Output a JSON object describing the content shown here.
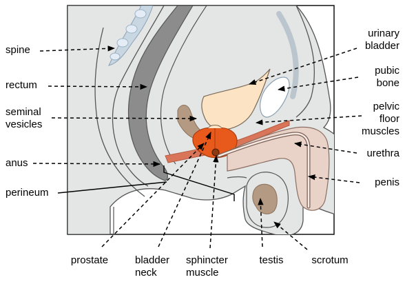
{
  "labels": {
    "spine": "spine",
    "rectum": "rectum",
    "seminal_vesicles_1": "seminal",
    "seminal_vesicles_2": "vesicles",
    "anus": "anus",
    "perineum": "perineum",
    "prostate": "prostate",
    "bladder_neck_1": "bladder",
    "bladder_neck_2": "neck",
    "sphincter_muscle_1": "sphincter",
    "sphincter_muscle_2": "muscle",
    "testis": "testis",
    "scrotum": "scrotum",
    "urinary_bladder_1": "urinary",
    "urinary_bladder_2": "bladder",
    "pubic_bone_1": "pubic",
    "pubic_bone_2": "bone",
    "pelvic_floor_muscles_1": "pelvic",
    "pelvic_floor_muscles_2": "floor",
    "pelvic_floor_muscles_3": "muscles",
    "urethra": "urethra",
    "penis": "penis"
  },
  "colors": {
    "body_fill": "#e4e5e5",
    "body_outline": "#555555",
    "rectum": "#8c8c8c",
    "spine": "#c9d7e3",
    "bladder": "#fbe3c4",
    "pubic_bone": "#ffffff",
    "prostate": "#e85a1c",
    "pelvic_muscle": "#d9765a",
    "seminal_vesicles": "#b59a83",
    "penis_skin": "#e9d2c8",
    "testis": "#b59a83"
  }
}
